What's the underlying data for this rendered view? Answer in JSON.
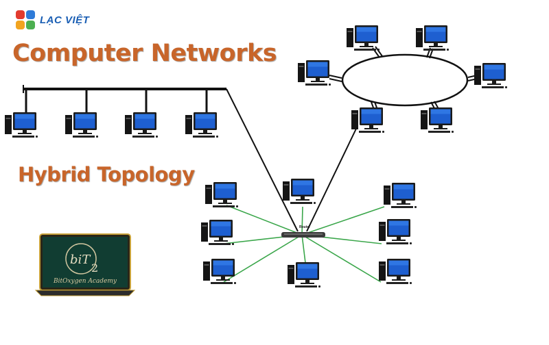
{
  "brand": {
    "name": "LẠC VIỆT",
    "logo_colors": [
      "#e23b2e",
      "#2e7bd8",
      "#f2a41f",
      "#4caf50"
    ]
  },
  "title": "Computer Networks",
  "subtitle": "Hybrid Topology",
  "academy_badge": {
    "mark": "biT",
    "superscript": "2",
    "name": "BitOxygen Academy"
  },
  "router_label": "Router",
  "colors": {
    "title": "#c8652a",
    "monitor": "#1e5fd0",
    "star_link": "#3aa64a",
    "cable": "#111111"
  }
}
